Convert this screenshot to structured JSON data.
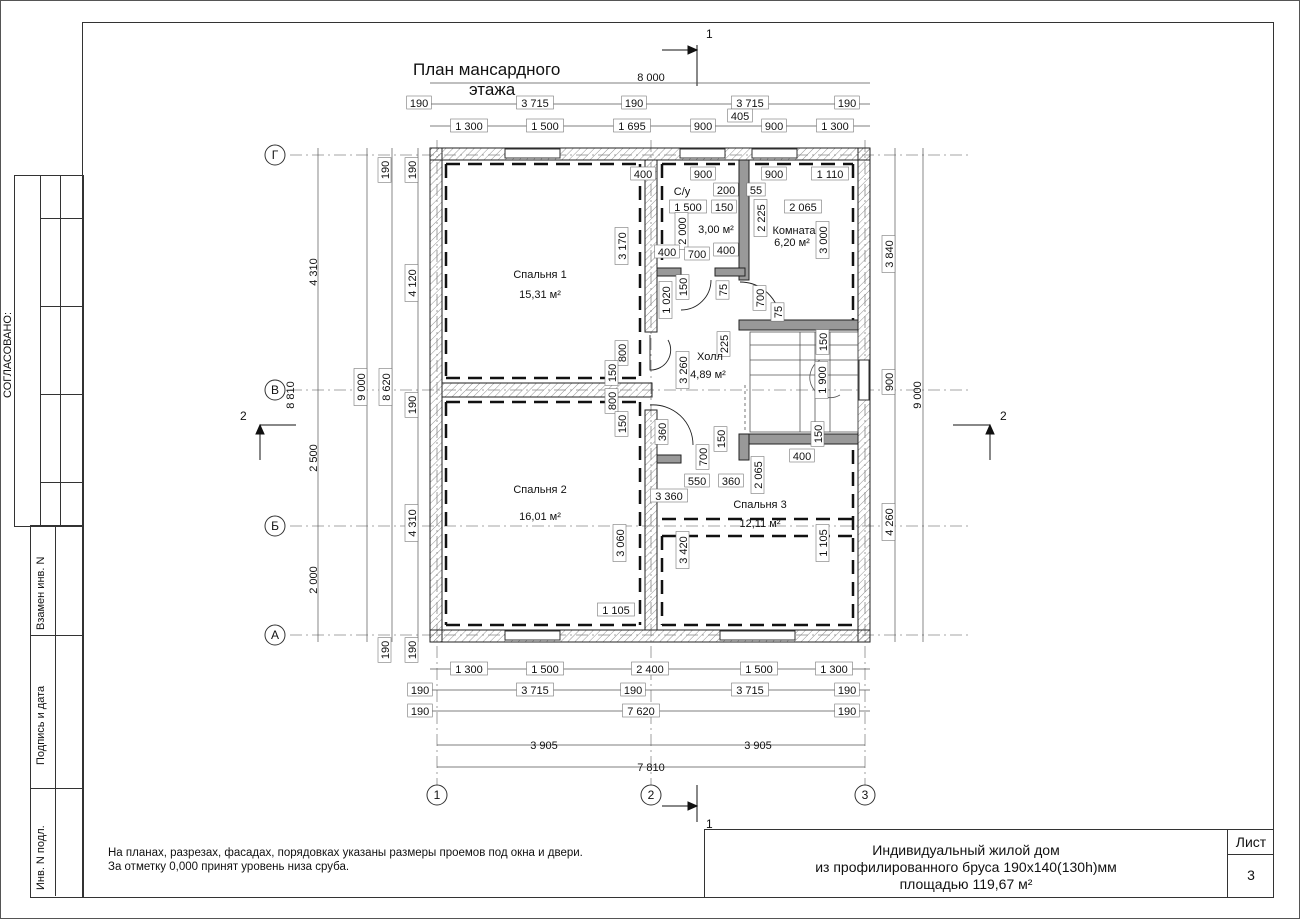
{
  "plan": {
    "title_line1": "План мансардного",
    "title_line2": "этажа",
    "section_1": "1",
    "section_2": "2"
  },
  "axes": {
    "letters": [
      "Г",
      "В",
      "Б",
      "А"
    ],
    "numbers": [
      "1",
      "2",
      "3"
    ]
  },
  "rooms": [
    {
      "name": "Спальня 1",
      "area": "15,31 м²"
    },
    {
      "name": "Спальня 2",
      "area": "16,01 м²"
    },
    {
      "name": "С/у",
      "area": "3,00 м²"
    },
    {
      "name": "Комната",
      "area": "6,20 м²"
    },
    {
      "name": "Холл",
      "area": "4,89 м²"
    },
    {
      "name": "Спальня 3",
      "area": "12,11 м²"
    }
  ],
  "dimensions": {
    "top_overall": "8 000",
    "top_row1": [
      "190",
      "3 715",
      "190",
      "3 715",
      "190"
    ],
    "top_row2": [
      "1 300",
      "1 500",
      "1 695",
      "900",
      "405",
      "900",
      "1 300"
    ],
    "bottom_row1": [
      "1 300",
      "1 500",
      "2 400",
      "1 500",
      "1 300"
    ],
    "bottom_row2": [
      "190",
      "3 715",
      "190",
      "3 715",
      "190"
    ],
    "bottom_row3": [
      "190",
      "7 620",
      "190"
    ],
    "bottom_row4": [
      "3 905",
      "3 905"
    ],
    "bottom_overall": "7 810",
    "left_outer": [
      "4 310",
      "2 500",
      "2 000"
    ],
    "left_overall": "8 810",
    "left_9000": "9 000",
    "left_8620": "8 620",
    "left_inner": [
      "190",
      "4 120",
      "190",
      "4 310",
      "190"
    ],
    "left_190_top": "190",
    "left_190_bot": "190",
    "right_inner": [
      "3 840",
      "900",
      "4 260"
    ],
    "right_overall": "9 000",
    "interior": [
      "400",
      "900",
      "200",
      "55",
      "900",
      "1 110",
      "1 500",
      "150",
      "2 065",
      "2 225",
      "3 000",
      "2 000",
      "3 170",
      "400",
      "700",
      "400",
      "150",
      "75",
      "1 020",
      "700",
      "75",
      "800",
      "225",
      "3 260",
      "150",
      "150",
      "800",
      "150",
      "360",
      "150",
      "1 900",
      "150",
      "700",
      "550",
      "360",
      "2 065",
      "400",
      "3 360",
      "3 060",
      "3 420",
      "1 105",
      "1 105"
    ]
  },
  "side_table": {
    "agreed": "СОГЛАСОВАНО:",
    "replaced": "Взамен инв. N",
    "signature": "Подпись и дата",
    "inventory": "Инв. N подл."
  },
  "notes": {
    "line1": "На планах, разрезах, фасадах, порядовках указаны размеры проемов под окна и двери.",
    "line2": "За отметку 0,000 принят уровень низа сруба."
  },
  "title_block": {
    "line1": "Индивидуальный жилой дом",
    "line2": "из профилированного бруса 190х140(130h)мм",
    "line3": "площадью 119,67 м²",
    "sheet_label": "Лист",
    "sheet_number": "3"
  }
}
